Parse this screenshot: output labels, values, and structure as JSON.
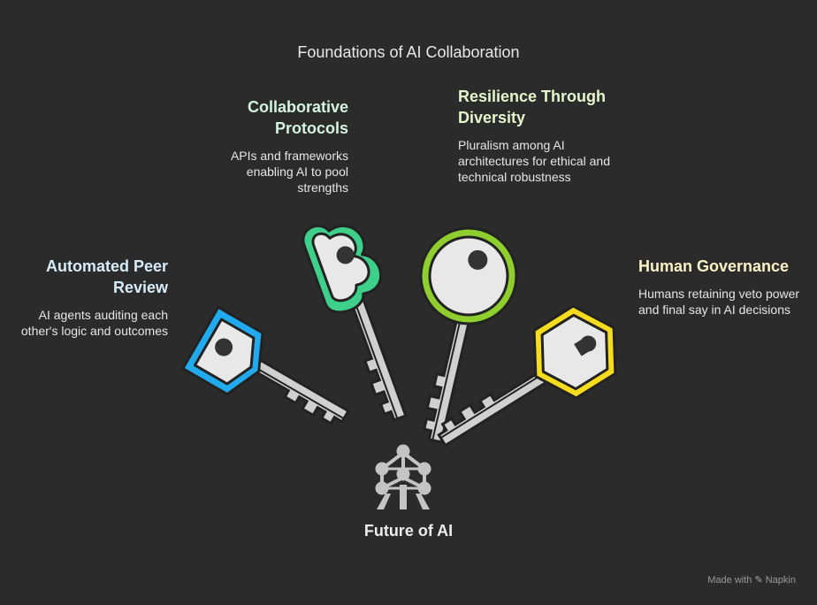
{
  "title": "Foundations of AI Collaboration",
  "center_label": "Future of AI",
  "items": [
    {
      "heading": "Automated Peer Review",
      "description": "AI agents auditing each other's logic and outcomes",
      "color": "#22aaee",
      "icon": "key-square-icon"
    },
    {
      "heading": "Collaborative Protocols",
      "description": "APIs and frameworks enabling AI to pool strengths",
      "color": "#3ecf8a",
      "icon": "key-cloud-icon"
    },
    {
      "heading": "Resilience Through Diversity",
      "description": "Pluralism among AI architectures for ethical and technical robustness",
      "color": "#8fce2f",
      "icon": "key-round-icon"
    },
    {
      "heading": "Human Governance",
      "description": "Humans retaining veto power and final say in AI decisions",
      "color": "#f5dc1f",
      "icon": "key-hexagon-icon"
    }
  ],
  "center_icon": "atomium-icon",
  "footer": {
    "made_with": "Made with",
    "brand": "Napkin"
  }
}
